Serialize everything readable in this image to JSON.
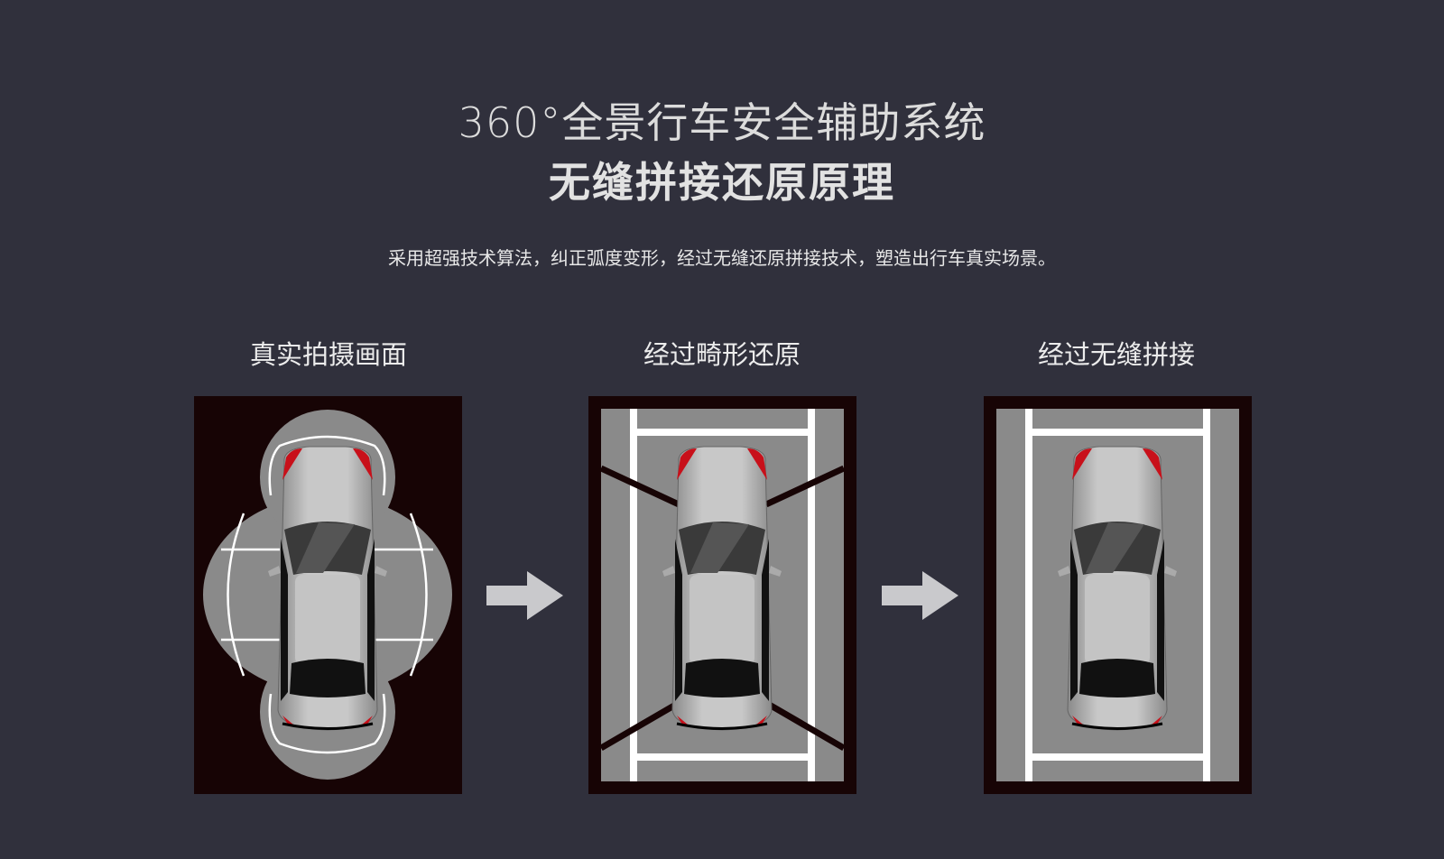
{
  "header": {
    "title": "360°全景行车安全辅助系统",
    "subtitle": "无缝拼接还原原理",
    "description": "采用超强技术算法，纠正弧度变形，经过无缝还原拼接技术，塑造出行车真实场景。"
  },
  "steps": [
    {
      "label": "真实拍摄画面"
    },
    {
      "label": "经过畸形还原"
    },
    {
      "label": "经过无缝拼接"
    }
  ],
  "colors": {
    "background": "#30303c",
    "panel": "#170405",
    "ground": "#8a8a8a",
    "accent": "#c8101a"
  }
}
